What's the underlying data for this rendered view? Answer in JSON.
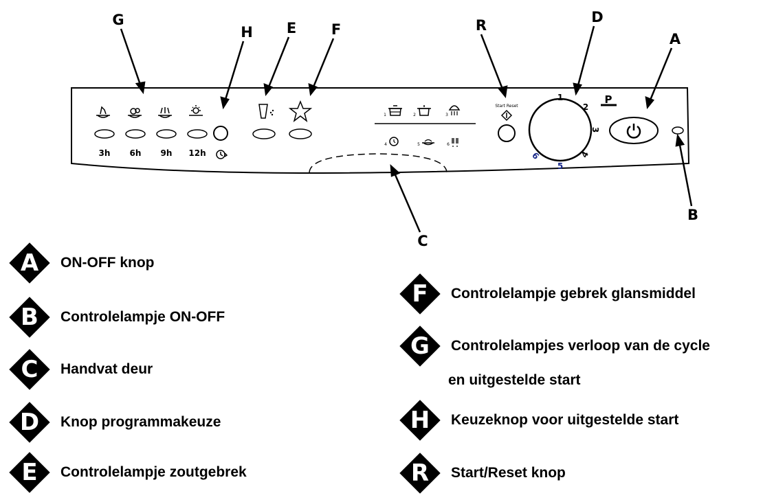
{
  "callouts": {
    "A": "A",
    "B": "B",
    "C": "C",
    "D": "D",
    "E": "E",
    "F": "F",
    "G": "G",
    "H": "H",
    "R": "R"
  },
  "panel": {
    "delay_hours": [
      "3h",
      "6h",
      "9h",
      "12h"
    ],
    "start_reset_label": "Start Reset",
    "program_marker": "P",
    "program_numbers": [
      "1",
      "2",
      "3",
      "4",
      "5",
      "6"
    ],
    "dial_numbers": [
      "1",
      "2",
      "3",
      "4",
      "5",
      "6"
    ],
    "icons": {
      "delay": [
        "dish-icon",
        "pots-icon",
        "cup-icon",
        "sun-icon"
      ],
      "salt": "salt-jug-icon",
      "rinse": "star-icon",
      "programs": [
        "pot-icon",
        "pan-icon",
        "glass-rack-icon",
        "clock-icon",
        "plate-icon",
        "wineglass-icon"
      ],
      "power": "power-icon"
    }
  },
  "legend": {
    "left": [
      {
        "letter": "A",
        "text": "ON-OFF knop"
      },
      {
        "letter": "B",
        "text": "Controlelampje ON-OFF"
      },
      {
        "letter": "C",
        "text": "Handvat deur"
      },
      {
        "letter": "D",
        "text": "Knop programmakeuze"
      },
      {
        "letter": "E",
        "text": "Controlelampje zoutgebrek"
      }
    ],
    "right": [
      {
        "letter": "F",
        "text": "Controlelampje gebrek glansmiddel"
      },
      {
        "letter": "G",
        "text": "Controlelampjes  verloop van de cycle"
      },
      {
        "letter": "H",
        "text": "Keuzeknop voor uitgestelde start"
      },
      {
        "letter": "R",
        "text": "Start/Reset knop"
      }
    ],
    "g_continuation": "en uitgestelde start"
  }
}
